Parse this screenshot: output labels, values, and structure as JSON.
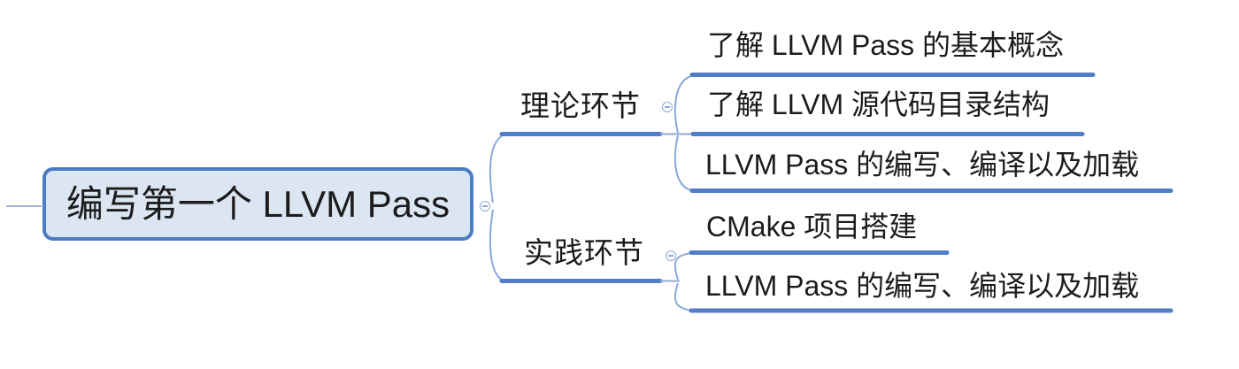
{
  "root": {
    "label": "编写第一个 LLVM Pass"
  },
  "branches": [
    {
      "label": "理论环节",
      "children": [
        "了解 LLVM Pass 的基本概念",
        "了解 LLVM 源代码目录结构",
        "LLVM Pass 的编写、编译以及加载"
      ]
    },
    {
      "label": "实践环节",
      "children": [
        "CMake 项目搭建",
        "LLVM Pass 的编写、编译以及加载"
      ]
    }
  ],
  "icons": {
    "collapse": "minus-in-circle"
  },
  "colors": {
    "topic_line": "#4f7ec6",
    "connector_line": "#8ca9d9",
    "root_fill": "#dce6f2",
    "root_border": "#4c7cc6",
    "text": "#1c1c1c"
  }
}
